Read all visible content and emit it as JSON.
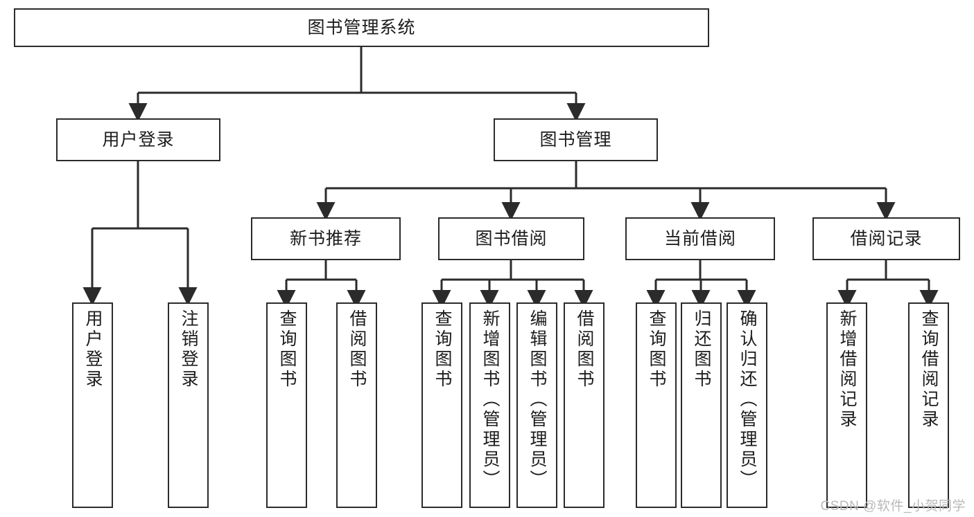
{
  "diagram": {
    "title": "图书管理系统",
    "type": "tree-hierarchy-diagram",
    "root": {
      "label": "图书管理系统"
    },
    "level1": [
      {
        "label": "用户登录"
      },
      {
        "label": "图书管理"
      }
    ],
    "level2": [
      {
        "label": "新书推荐"
      },
      {
        "label": "图书借阅"
      },
      {
        "label": "当前借阅"
      },
      {
        "label": "借阅记录"
      }
    ],
    "leaves": {
      "user_login": [
        {
          "label": "用户登录"
        },
        {
          "label": "注销登录"
        }
      ],
      "new_book_recommend": [
        {
          "label": "查询图书"
        },
        {
          "label": "借阅图书"
        }
      ],
      "book_borrow": [
        {
          "label": "查询图书"
        },
        {
          "label": "新增图书（管理员）"
        },
        {
          "label": "编辑图书（管理员）"
        },
        {
          "label": "借阅图书"
        }
      ],
      "current_borrow": [
        {
          "label": "查询图书"
        },
        {
          "label": "归还图书"
        },
        {
          "label": "确认归还（管理员）"
        }
      ],
      "borrow_record": [
        {
          "label": "新增借阅记录"
        },
        {
          "label": "查询借阅记录"
        }
      ]
    }
  },
  "watermark": {
    "text": "CSDN @软件_小贺同学"
  },
  "colors": {
    "background": "#ffffff",
    "box_border": "#2b2b2b",
    "connector": "#2b2b2b",
    "text": "#1c1c1c",
    "watermark": "#b9b9b9"
  }
}
